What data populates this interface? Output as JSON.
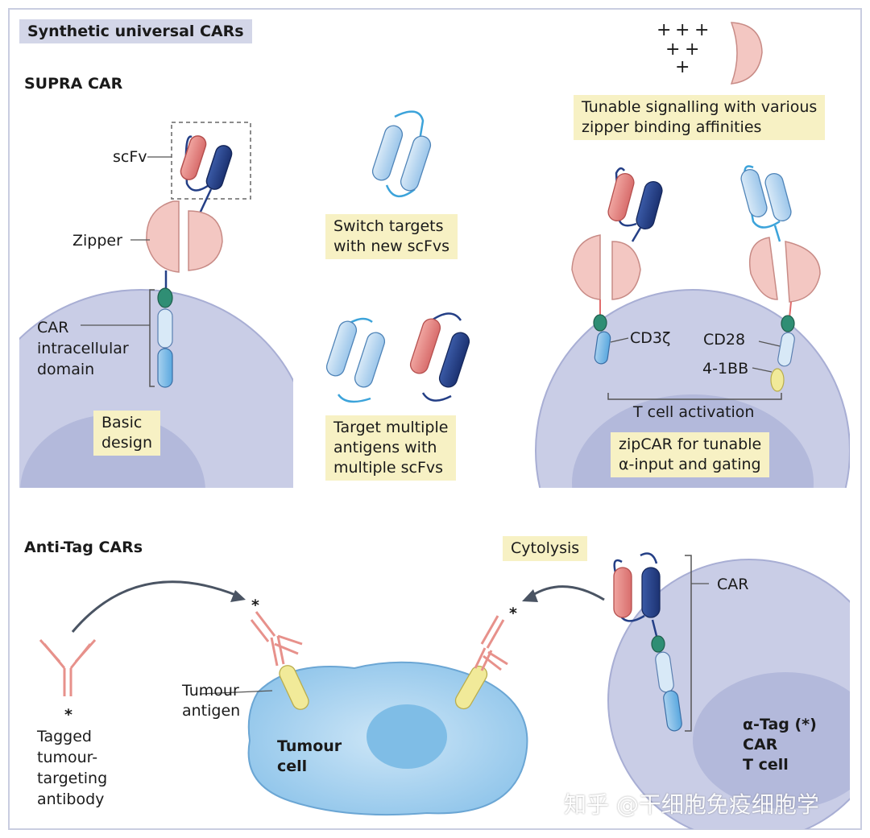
{
  "panels": {
    "top": {
      "header": "Synthetic universal CARs",
      "subtitle": "SUPRA CAR",
      "basic": {
        "scfv_label": "scFv",
        "zipper_label": "Zipper",
        "car_label_lines": [
          "CAR",
          "intracellular",
          "domain"
        ],
        "design_note_lines": [
          "Basic",
          "design"
        ]
      },
      "middle": {
        "switch_note_lines": [
          "Switch targets",
          "with new scFvs"
        ],
        "multi_note_lines": [
          "Target multiple",
          "antigens with",
          "multiple scFvs"
        ]
      },
      "right": {
        "plus_signs": [
          "+",
          "+",
          "+",
          "+",
          "+",
          "+"
        ],
        "tunable_note_lines": [
          "Tunable signalling with various",
          "zipper binding affinities"
        ],
        "cd3z_label": "CD3ζ",
        "cd28_label": "CD28",
        "bb_label": "4-1BB",
        "activation_label": "T cell activation",
        "zipcar_note_lines": [
          "zipCAR for tunable",
          "α-input and gating"
        ]
      }
    },
    "bottom": {
      "subtitle": "Anti-Tag CARs",
      "tag_marker": "*",
      "antibody_label_lines": [
        "Tagged",
        "tumour-",
        "targeting",
        "antibody"
      ],
      "antigen_label_lines": [
        "Tumour",
        "antigen"
      ],
      "tumour_cell_lines": [
        "Tumour",
        "cell"
      ],
      "cytolysis_note": "Cytolysis",
      "car_label": "CAR",
      "tcell_lines": [
        "α-Tag (*)",
        "CAR",
        "T cell"
      ]
    }
  },
  "colors": {
    "cell_fill": "#c9cde6",
    "nucleus_fill": "#b3b9db",
    "tumour_fill": "#a9d2ee",
    "tumour_nucleus": "#7fbde6",
    "zipper_pink": "#f3c7c2",
    "scfv_red": "#e78985",
    "scfv_navy": "#243f86",
    "scfv_light": "#bcd9f2",
    "linker_cyan": "#3ca3da",
    "teal": "#2f8e74",
    "yellow": "#f1ea99",
    "note_bg": "#f7f1c4",
    "header_bg": "#d3d6e8"
  },
  "watermark": "知乎 @干细胞免疫细胞学"
}
